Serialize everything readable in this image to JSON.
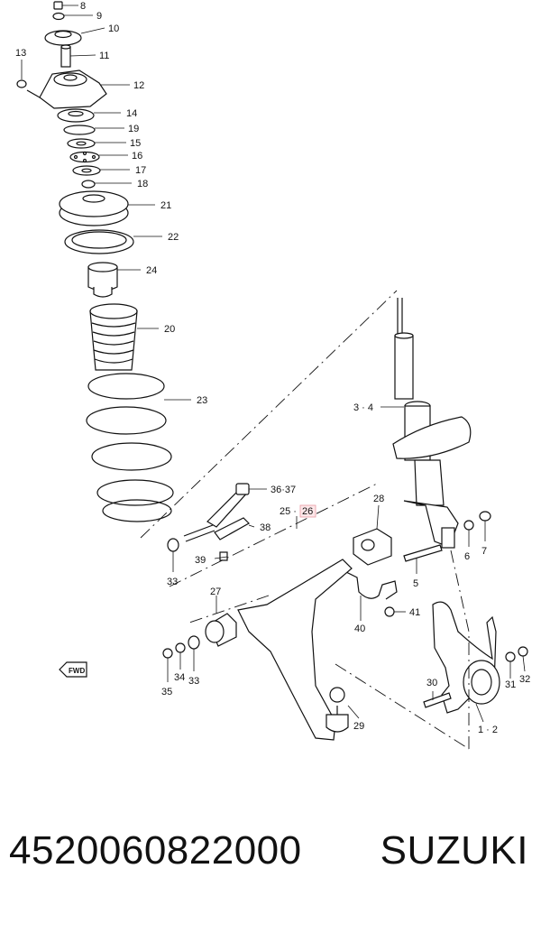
{
  "labels": {
    "c1_2": "1 · 2",
    "c3_4": "3 · 4",
    "c5": "5",
    "c6": "6",
    "c7": "7",
    "c8": "8",
    "c9": "9",
    "c10": "10",
    "c11": "11",
    "c12": "12",
    "c13": "13",
    "c14": "14",
    "c15": "15",
    "c16": "16",
    "c17": "17",
    "c18": "18",
    "c19": "19",
    "c20": "20",
    "c21": "21",
    "c22": "22",
    "c23": "23",
    "c24": "24",
    "c25": "25 ·",
    "c26": "26",
    "c27": "27",
    "c28": "28",
    "c29": "29",
    "c30": "30",
    "c31": "31",
    "c32": "32",
    "c33a": "33",
    "c33b": "33",
    "c34": "34",
    "c35": "35",
    "c36_37": "36·37",
    "c38": "38",
    "c39": "39",
    "c40": "40",
    "c41": "41",
    "fwd": "FWD"
  },
  "caption": {
    "part_number": "4520060822000",
    "brand": "SUZUKI"
  },
  "colors": {
    "highlight_fill": "#fde7e9",
    "highlight_stroke": "#e89aa2"
  }
}
